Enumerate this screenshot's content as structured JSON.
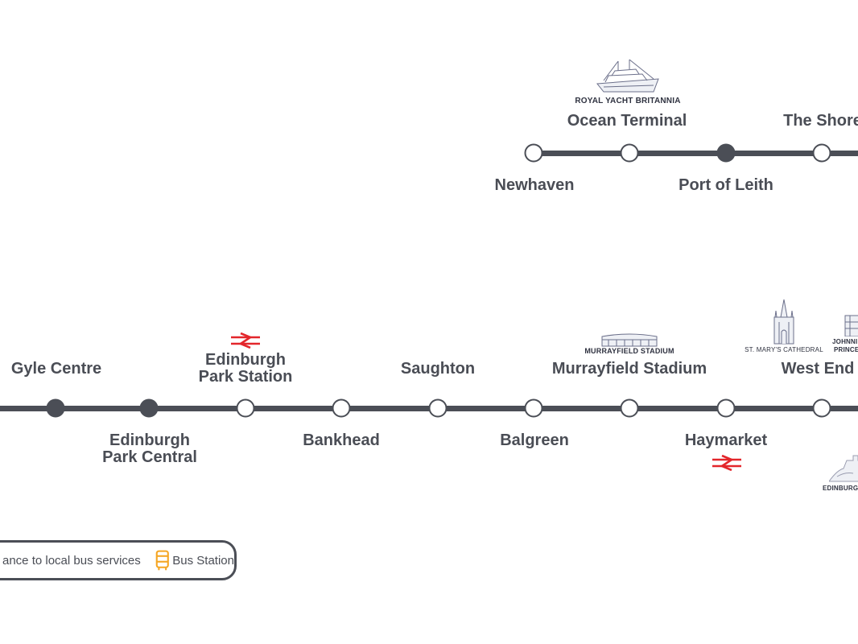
{
  "colors": {
    "line": "#4b4e56",
    "rail": "#e3262b",
    "bus": "#f5a623",
    "landmark": "#6b6f8a"
  },
  "top_line": {
    "stops_above": {
      "ocean_terminal": "Ocean Terminal",
      "the_shore": "The Shore"
    },
    "stops_below": {
      "newhaven": "Newhaven",
      "port_of_leith": "Port of Leith"
    },
    "landmarks": {
      "royal_yacht": "ROYAL YACHT BRITANNIA"
    }
  },
  "bottom_line": {
    "stops_above": {
      "gyle_centre": "Gyle Centre",
      "edinburgh_park_station_1": "Edinburgh",
      "edinburgh_park_station_2": "Park Station",
      "saughton": "Saughton",
      "murrayfield_stadium": "Murrayfield Stadium",
      "west_end": "West End"
    },
    "stops_below": {
      "edinburgh_park_central_1": "Edinburgh",
      "edinburgh_park_central_2": "Park Central",
      "bankhead": "Bankhead",
      "balgreen": "Balgreen",
      "haymarket": "Haymarket"
    },
    "landmarks": {
      "murrayfield": "MURRAYFIELD STADIUM",
      "st_marys": "ST. MARY'S CATHEDRAL",
      "johnnie_1": "JOHNNI",
      "johnnie_2": "PRINCE",
      "edinburgh_castle": "EDINBURGH"
    }
  },
  "legend": {
    "local_bus_text": "ance to local bus services",
    "bus_station_text": "Bus Station",
    "bus_icon": "bus-icon"
  }
}
